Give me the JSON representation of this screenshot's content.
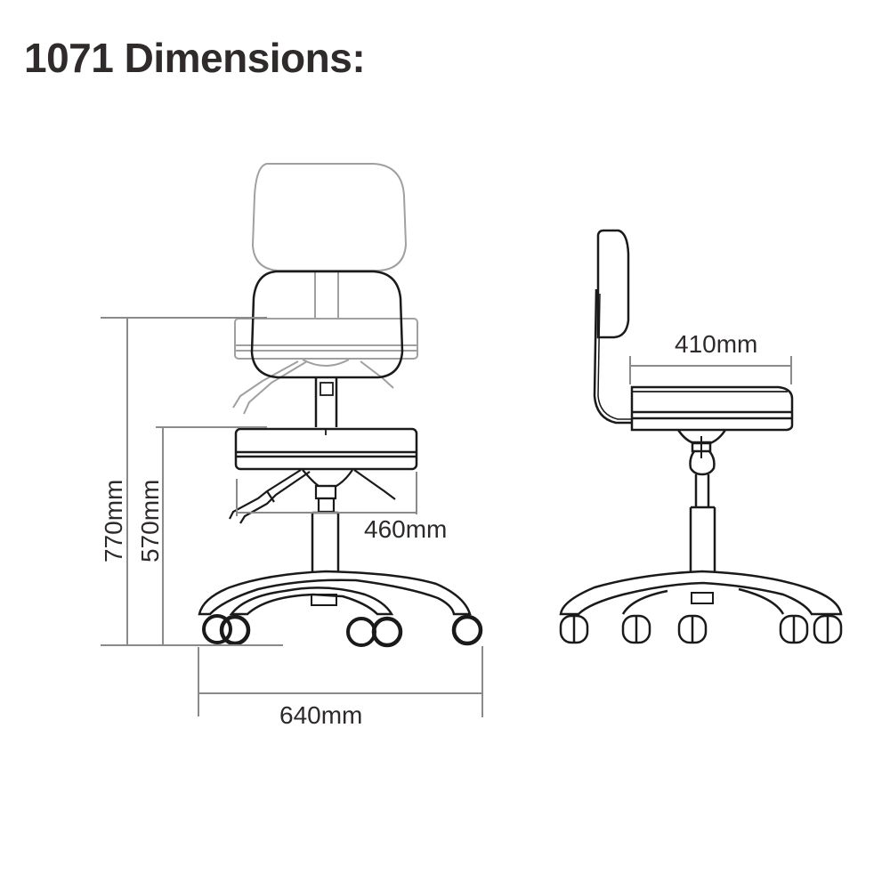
{
  "title": "1071 Dimensions:",
  "front_view": {
    "dimensions": {
      "max_height": "770mm",
      "min_height": "570mm",
      "seat_width": "460mm",
      "base_width": "640mm"
    }
  },
  "side_view": {
    "dimensions": {
      "seat_depth": "410mm"
    }
  },
  "colors": {
    "line_dark": "#1a1a1a",
    "line_ghost": "#9a9a9a",
    "dimension_line": "#8a8a8a",
    "title_text": "#2f2b2b"
  }
}
